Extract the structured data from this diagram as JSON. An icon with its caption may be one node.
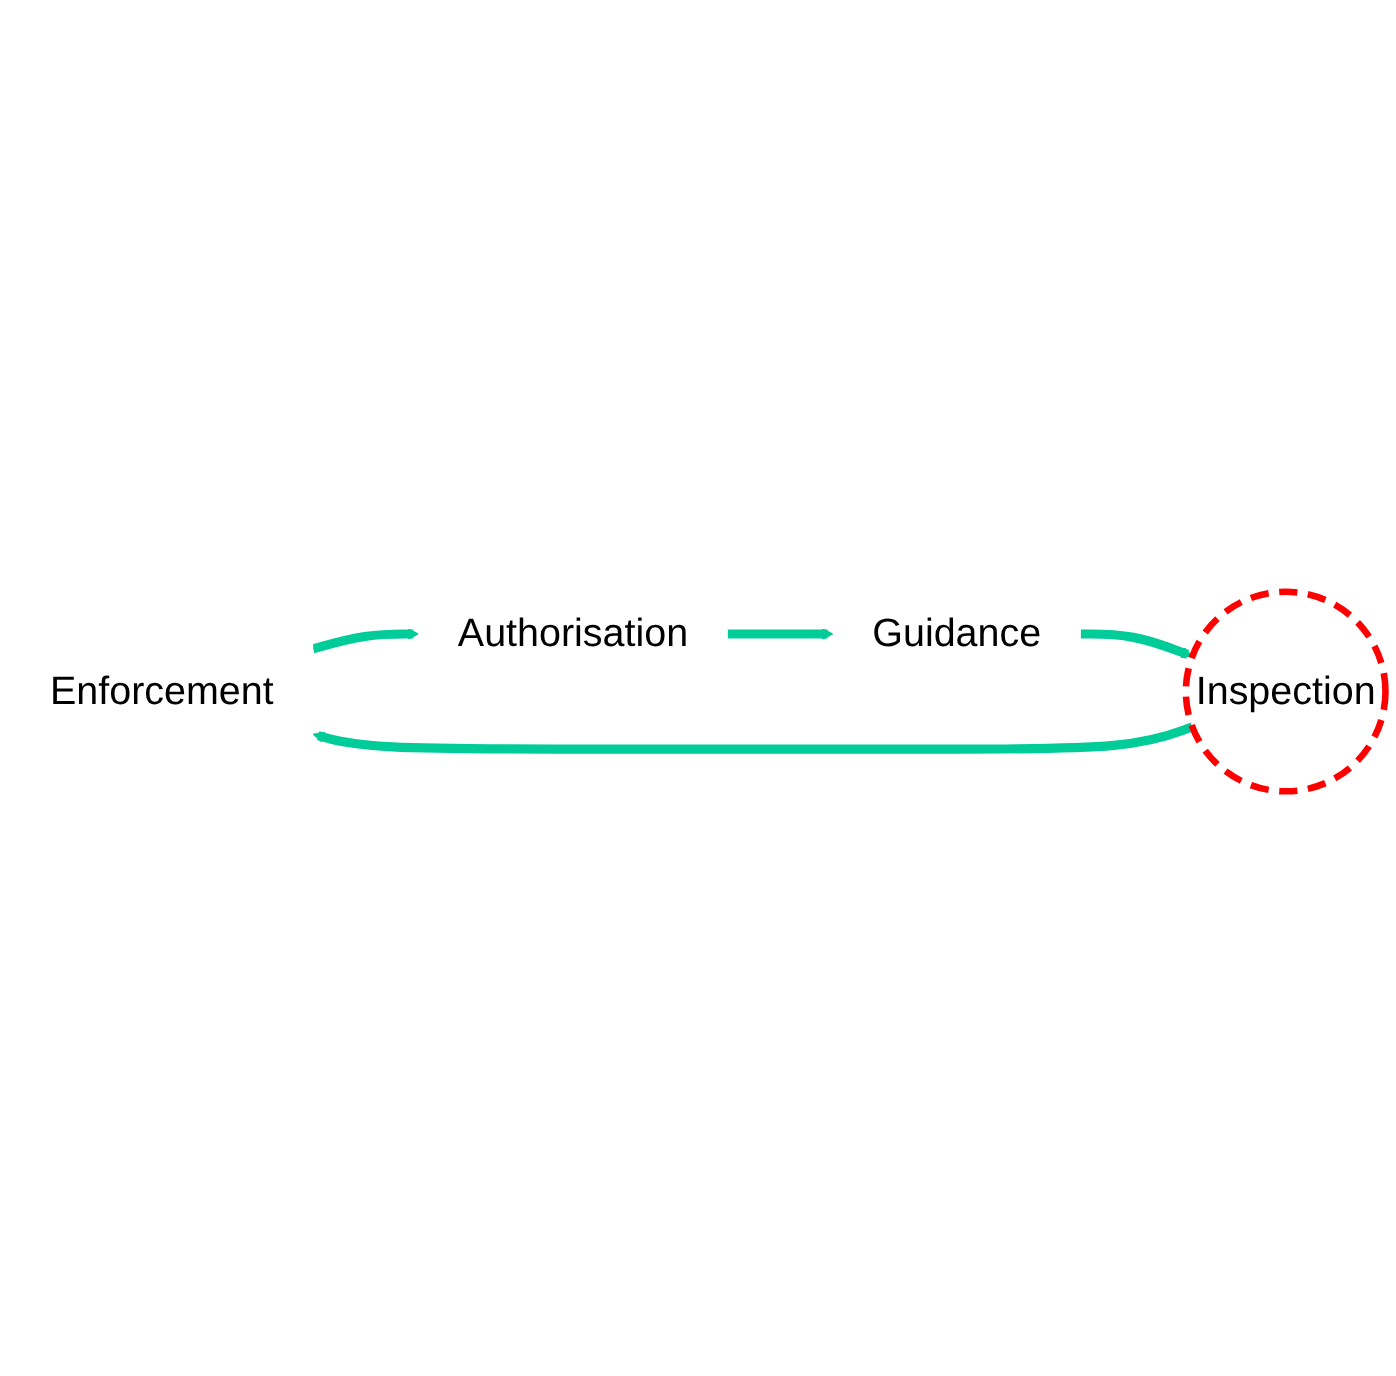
{
  "diagram": {
    "nodes": [
      {
        "text": [
          "Enforcement"
        ]
      },
      {
        "text": [
          "Authorisation"
        ]
      },
      {
        "text": [
          "Guidance"
        ]
      },
      {
        "text": [
          "Inspection"
        ]
      }
    ],
    "edges": [
      {
        "from": 0,
        "to": 1,
        "arrow": "to"
      },
      {
        "from": 1,
        "to": 2,
        "arrow": "to"
      },
      {
        "from": 2,
        "to": 3,
        "arrow": "to"
      },
      {
        "from": 3,
        "to": 0,
        "arrow": "to"
      }
    ]
  }
}
